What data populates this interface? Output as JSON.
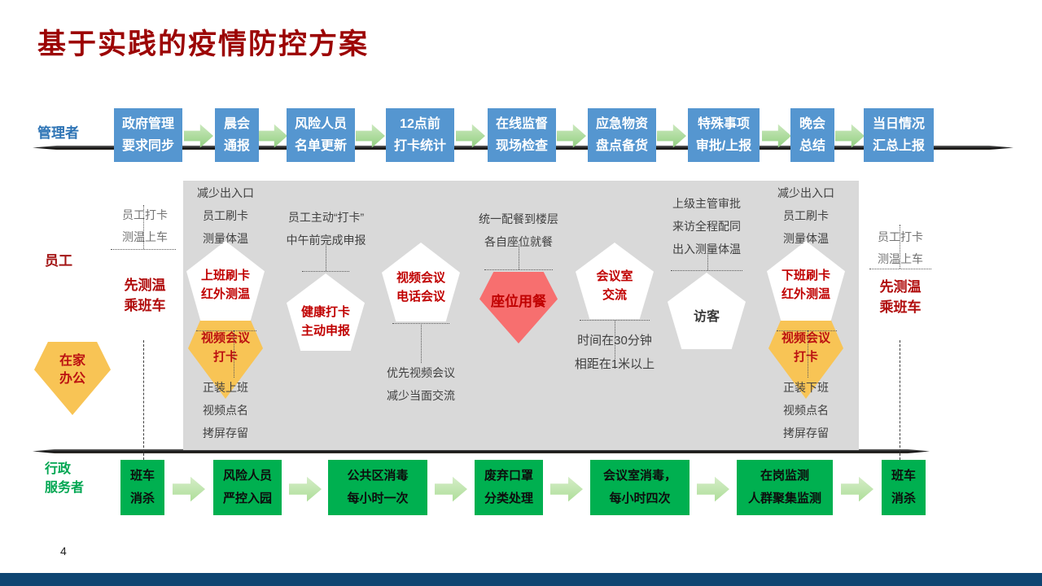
{
  "slide": {
    "title": "基于实践的疫情防控方案",
    "page_number": "4"
  },
  "lanes": {
    "manager": {
      "label": "管理者",
      "steps": [
        "政府管理\n要求同步",
        "晨会\n通报",
        "风险人员\n名单更新",
        "12点前\n打卡统计",
        "在线监督\n现场检查",
        "应急物资\n盘点备货",
        "特殊事项\n审批/上报",
        "晚会\n总结",
        "当日情况\n汇总上报"
      ]
    },
    "employee": {
      "label": "员工",
      "pentagons": {
        "home": "在家\n办公",
        "checkin": "上班刷卡\n红外测温",
        "video_checkin_1": "视频会议\n打卡",
        "health": "健康打卡\n主动申报",
        "meeting": "视频会议\n电话会议",
        "dining": "座位用餐",
        "room": "会议室\n交流",
        "visitor": "访客",
        "checkout": "下班刷卡\n红外测温",
        "video_checkin_2": "视频会议\n打卡"
      },
      "notes": {
        "left_top": "员工打卡\n测温上车",
        "left_red": "先测温\n乘班车",
        "a_top": "减少出入口\n员工刷卡\n测量体温",
        "a_bottom": "正装上班\n视频点名\n拷屏存留",
        "b_top": "员工主动“打卡”\n中午前完成申报",
        "c_bottom": "优先视频会议\n减少当面交流",
        "d_top": "统一配餐到楼层\n各自座位就餐",
        "e_bottom": "时间在30分钟\n相距在1米以上",
        "f_top": "上级主管审批\n来访全程配同\n出入测量体温",
        "g_top": "减少出入口\n员工刷卡\n测量体温",
        "g_bottom": "正装下班\n视频点名\n拷屏存留",
        "right_top": "员工打卡\n测温上车",
        "right_red": "先测温\n乘班车"
      }
    },
    "admin": {
      "label": "行政\n服务者",
      "steps": [
        "班车\n消杀",
        "风险人员\n严控入园",
        "公共区消毒\n每小时一次",
        "废弃口罩\n分类处理",
        "会议室消毒，\n每小时四次",
        "在岗监测\n人群聚集监测",
        "班车\n消杀"
      ]
    }
  },
  "colors": {
    "title_red": "#9c0404",
    "manager_box_blue": "#5596d0",
    "admin_box_green": "#00b050",
    "arrow_green": "#8fce7d",
    "panel_gray": "#d9d9d9",
    "pentagon_yellow": "#f8c455",
    "pentagon_red": "#f76f6f",
    "accent_text_red": "#c00000",
    "footer_blue": "#0f4572"
  }
}
